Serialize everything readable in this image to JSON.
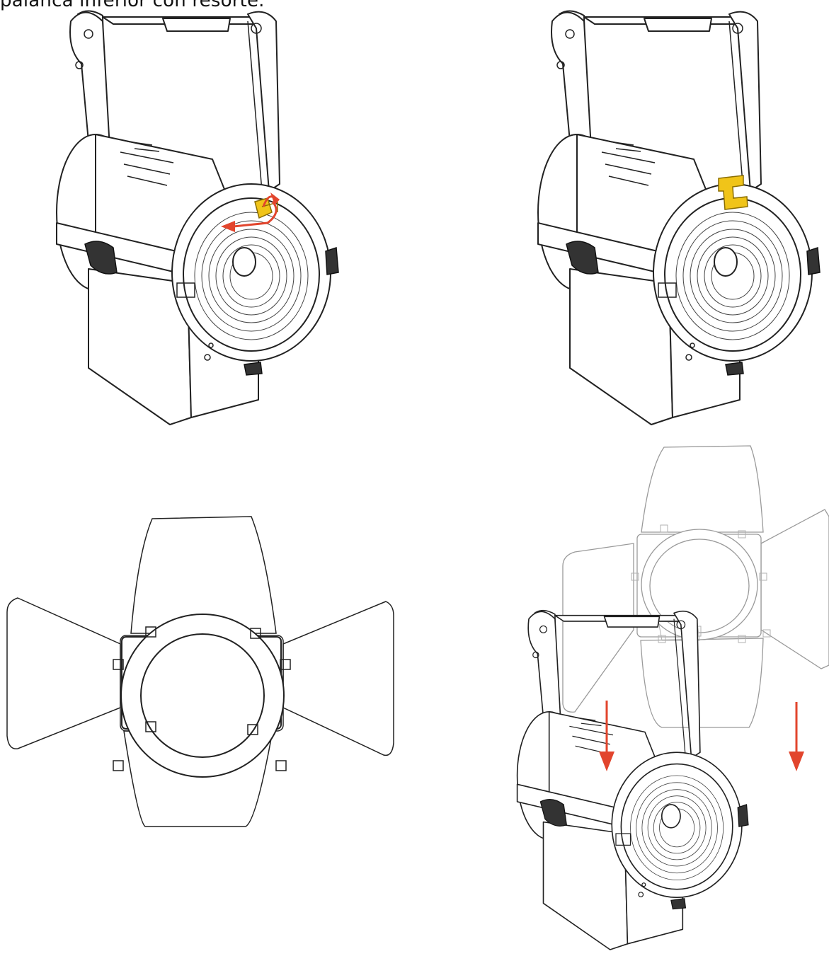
{
  "caption": "palanca inferior con resorte.",
  "colors": {
    "arrow": "#e2452d",
    "clip": "#f0c419",
    "line": "#222222"
  },
  "panels": [
    {
      "name": "lock-clip-release",
      "icon": "rotate-arrows-icon"
    },
    {
      "name": "clip-open",
      "icon": "clip-icon"
    },
    {
      "name": "barndoor-front",
      "icon": "barndoor-icon"
    },
    {
      "name": "barndoor-insert",
      "icon": "down-arrow-icon"
    }
  ]
}
